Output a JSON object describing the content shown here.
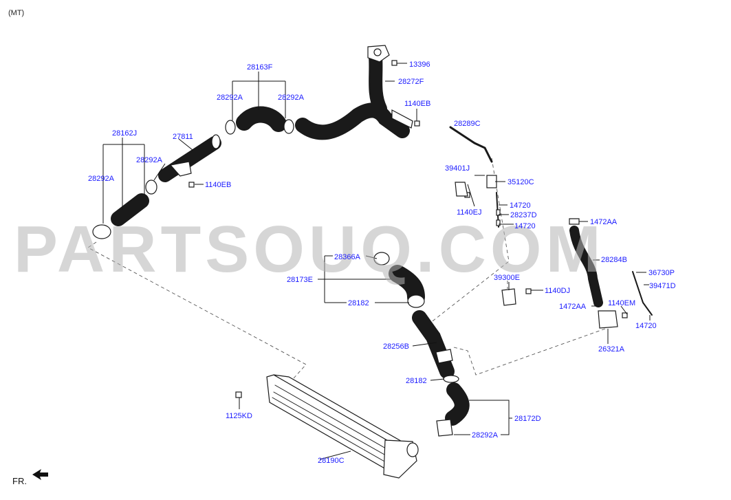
{
  "header": {
    "variant": "(MT)"
  },
  "watermark": "PARTSOUQ.COM",
  "orientation": {
    "label": "FR."
  },
  "labels": {
    "l28163F": "28163F",
    "l28292A_a": "28292A",
    "l28292A_b": "28292A",
    "l13396": "13396",
    "l28272F": "28272F",
    "l1140EB": "1140EB",
    "l28289C": "28289C",
    "l28162J": "28162J",
    "l27811": "27811",
    "l28292A_c": "28292A",
    "l28292A_d": "28292A",
    "l1140EB_b": "1140EB",
    "l39401J": "39401J",
    "l35120C": "35120C",
    "l14720_a": "14720",
    "l1140EJ": "1140EJ",
    "l28237D": "28237D",
    "l14720_b": "14720",
    "l1472AA_a": "1472AA",
    "l28366A": "28366A",
    "l28284B": "28284B",
    "l36730P": "36730P",
    "l39300E": "39300E",
    "l28173E": "28173E",
    "l39471D": "39471D",
    "l1140DJ": "1140DJ",
    "l28182_a": "28182",
    "l1472AA_b": "1472AA",
    "l1140EM": "1140EM",
    "l14720_c": "14720",
    "l28256B": "28256B",
    "l26321A": "26321A",
    "l28182_b": "28182",
    "l1125KD": "1125KD",
    "l28172D": "28172D",
    "l28292A_e": "28292A",
    "l28190C": "28190C"
  }
}
